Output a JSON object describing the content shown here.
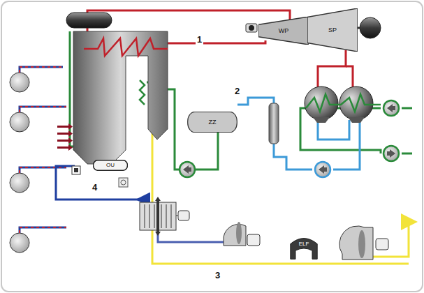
{
  "diagram": {
    "nodes": [
      {
        "text": [
          "WP"
        ]
      },
      {
        "text": [
          "SP"
        ]
      },
      {
        "text": [
          "ZZ"
        ]
      },
      {
        "text": [
          "OU"
        ]
      },
      {
        "text": [
          "ELF"
        ]
      }
    ],
    "labels": [
      "1",
      "2",
      "3",
      "4"
    ]
  }
}
